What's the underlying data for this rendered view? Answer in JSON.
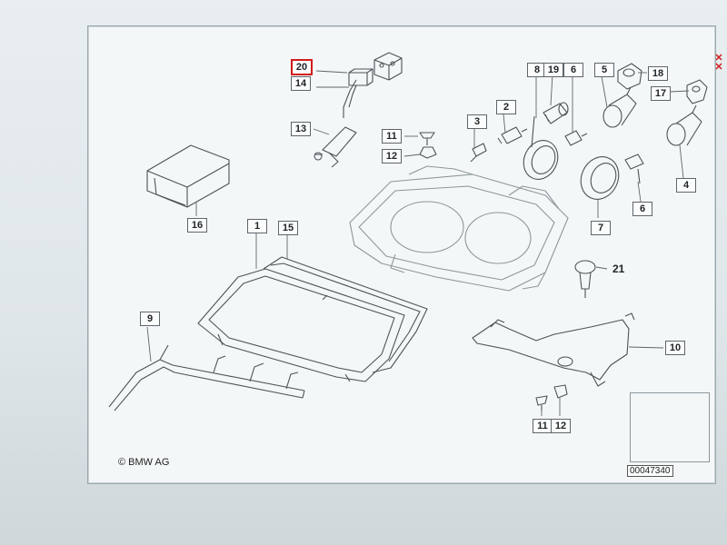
{
  "copyright": "© BMW AG",
  "diagram_id": "00047340",
  "parts": {
    "p1": "1",
    "p2": "2",
    "p3": "3",
    "p4": "4",
    "p5": "5",
    "p6a": "6",
    "p6b": "6",
    "p7": "7",
    "p8": "8",
    "p9": "9",
    "p10": "10",
    "p11a": "11",
    "p11b": "11",
    "p12a": "12",
    "p12b": "12",
    "p13": "13",
    "p14": "14",
    "p15": "15",
    "p16": "16",
    "p17": "17",
    "p18": "18",
    "p19": "19",
    "p20": "20",
    "p21": "21"
  },
  "colors": {
    "line": "#4a5458",
    "highlight": "#d31b1b",
    "paper": "#f4f7f8"
  }
}
